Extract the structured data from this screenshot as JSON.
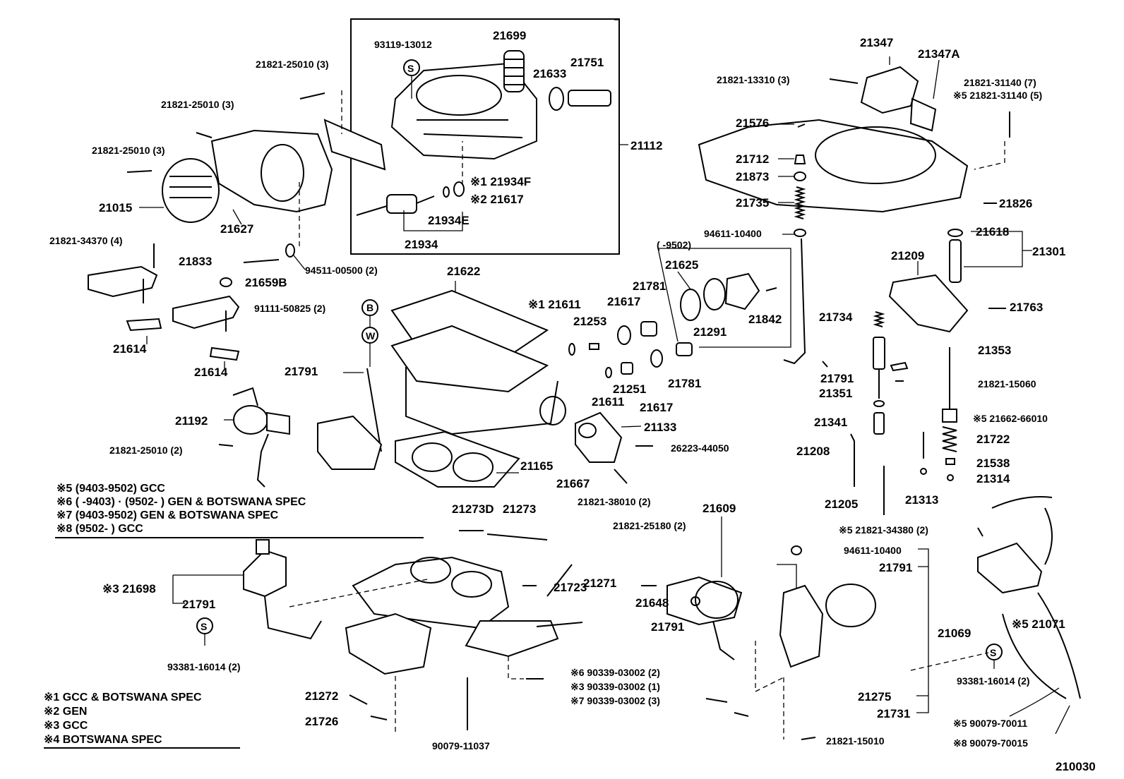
{
  "diagram_id": "210030",
  "labels": {
    "p93119_13012": "93119-13012",
    "p21699": "21699",
    "p21751": "21751",
    "p21633": "21633",
    "p21112": "21112",
    "p21934F": "※1 21934F",
    "p21617_s2": "※2 21617",
    "p21934E": "21934E",
    "p21934": "21934",
    "p21821_25010_a": "21821-25010 (3)",
    "p21821_25010_b": "21821-25010 (3)",
    "p21821_25010_c": "21821-25010 (3)",
    "p21015": "21015",
    "p21627": "21627",
    "p21821_34370": "21821-34370 (4)",
    "p21833": "21833",
    "p94511_00500": "94511-00500 (2)",
    "p21659B": "21659B",
    "p21614_a": "21614",
    "p21614_b": "21614",
    "p91111_50825": "91111-50825 (2)",
    "p21622": "21622",
    "p21611_s1": "※1 21611",
    "p21253": "21253",
    "p21617_a": "21617",
    "p21781_a": "21781",
    "p21625": "21625",
    "p21291": "21291",
    "p21842": "21842",
    "p94611_10400_a": "94611-10400",
    "p9502": "( -9502)",
    "p21791_a": "21791",
    "p21251": "21251",
    "p21617_b": "21617",
    "p21781_b": "21781",
    "p21611": "21611",
    "p21133": "21133",
    "p26223_44050": "26223-44050",
    "p21192": "21192",
    "p21821_25010_d": "21821-25010 (2)",
    "p21165": "21165",
    "p21667": "21667",
    "p21821_38010": "21821-38010 (2)",
    "p21347": "21347",
    "p21347A": "21347A",
    "p21821_13310": "21821-13310 (3)",
    "p21821_31140_7": "21821-31140 (7)",
    "p21821_31140_5": "※5 21821-31140 (5)",
    "p21576": "21576",
    "p21712": "21712",
    "p21873": "21873",
    "p21735": "21735",
    "p21826": "21826",
    "p21618": "21618",
    "p21301": "21301",
    "p21209": "21209",
    "p21763": "21763",
    "p21734": "21734",
    "p21353": "21353",
    "p21791_b": "21791",
    "p21351": "21351",
    "p21821_15060": "21821-15060",
    "p21341": "21341",
    "p21662_66010": "※5 21662-66010",
    "p21208": "21208",
    "p21722": "21722",
    "p21538": "21538",
    "p21314": "21314",
    "p21205": "21205",
    "p21313": "21313",
    "p21821_34380": "※5 21821-34380 (2)",
    "p21273D": "21273D",
    "p21273": "21273",
    "p21271": "21271",
    "p21723": "21723",
    "p21698": "※3 21698",
    "p21791_c": "21791",
    "p93381_16014_a": "93381-16014 (2)",
    "p21272": "21272",
    "p21726": "21726",
    "p90339_s6": "※6 90339-03002 (2)",
    "p90339_s3": "※3 90339-03002 (1)",
    "p90339_s7": "※7 90339-03002 (3)",
    "p90079_11037": "90079-11037",
    "p21821_25180": "21821-25180 (2)",
    "p21609": "21609",
    "p21648": "21648",
    "p21791_d": "21791",
    "p94611_10400_b": "94611-10400",
    "p21791_e": "21791",
    "p21069": "21069",
    "p21071": "※5 21071",
    "p93381_16014_b": "93381-16014 (2)",
    "p21275": "21275",
    "p21731": "21731",
    "p90079_70011": "※5 90079-70011",
    "p90079_70015": "※8 90079-70015",
    "p21821_15010": "21821-15010",
    "sym_S": "S",
    "sym_B": "B",
    "sym_W": "W"
  },
  "notes_mid": [
    "※5 (9403-9502) GCC",
    "※6 ( -9403) · (9502- ) GEN & BOTSWANA SPEC",
    "※7 (9403-9502) GEN & BOTSWANA SPEC",
    "※8 (9502- ) GCC"
  ],
  "notes_bottom": [
    "※1 GCC & BOTSWANA SPEC",
    "※2 GEN",
    "※3 GCC",
    "※4 BOTSWANA SPEC"
  ]
}
